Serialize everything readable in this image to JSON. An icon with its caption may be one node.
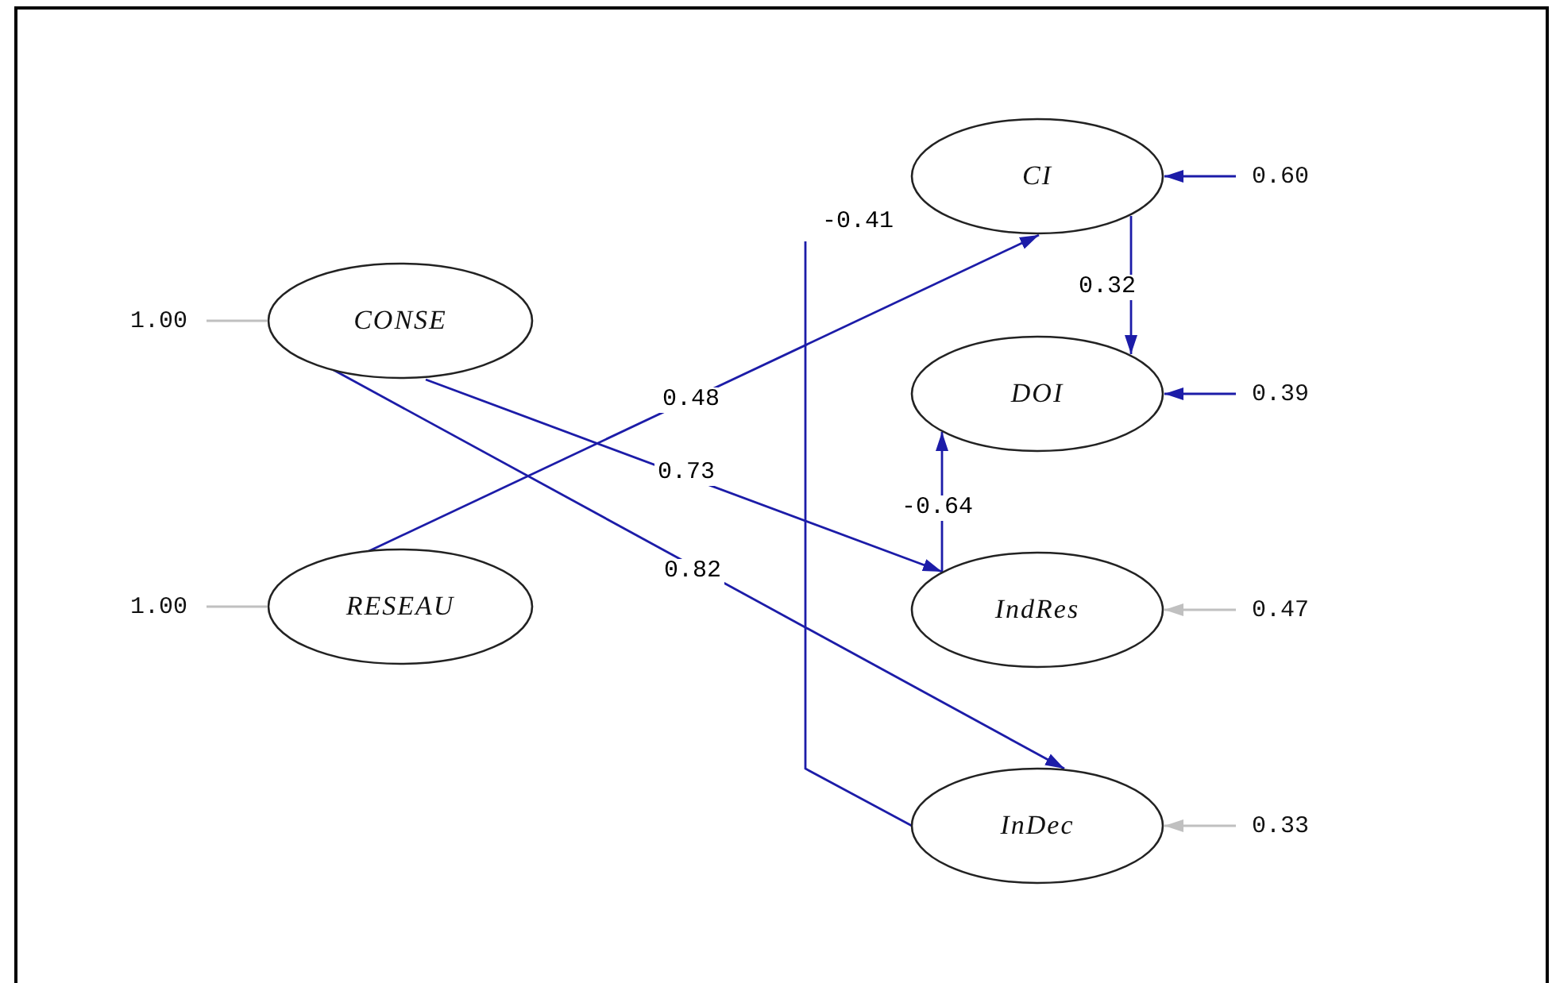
{
  "diagram": {
    "nodes": [
      {
        "text": [
          "1.00"
        ]
      },
      {
        "text": [
          "CONSE"
        ]
      },
      {
        "text": [
          "1.00"
        ]
      },
      {
        "text": [
          "RESEAU"
        ]
      },
      {
        "text": [
          "CI"
        ]
      },
      {
        "text": [
          "0.60"
        ]
      },
      {
        "text": [
          "DOI"
        ]
      },
      {
        "text": [
          "0.39"
        ]
      },
      {
        "text": [
          "IndRes"
        ]
      },
      {
        "text": [
          "0.47"
        ]
      },
      {
        "text": [
          "InDec"
        ]
      },
      {
        "text": [
          "0.33"
        ]
      }
    ],
    "edges": [
      {
        "from": 0,
        "to": 1,
        "arrow": "none",
        "color": "#c0c0c0"
      },
      {
        "from": 2,
        "to": 3,
        "arrow": "none",
        "color": "#c0c0c0"
      },
      {
        "from": 3,
        "to": 4,
        "arrow": "to",
        "label": "0.48"
      },
      {
        "from": 1,
        "to": 8,
        "arrow": "to",
        "label": "0.73"
      },
      {
        "from": 1,
        "to": 10,
        "arrow": "to",
        "label": "0.82"
      },
      {
        "from": 4,
        "to": 6,
        "arrow": "to",
        "label": "0.32"
      },
      {
        "from": 8,
        "to": 6,
        "arrow": "to",
        "label": "-0.64"
      },
      {
        "from": 10,
        "to": null,
        "arrow": "none",
        "label": "-0.41"
      },
      {
        "from": 5,
        "to": 4,
        "arrow": "to"
      },
      {
        "from": 7,
        "to": 6,
        "arrow": "to"
      },
      {
        "from": 9,
        "to": 8,
        "arrow": "to",
        "color": "#c0c0c0"
      },
      {
        "from": 11,
        "to": 10,
        "arrow": "to",
        "color": "#c0c0c0"
      }
    ]
  }
}
